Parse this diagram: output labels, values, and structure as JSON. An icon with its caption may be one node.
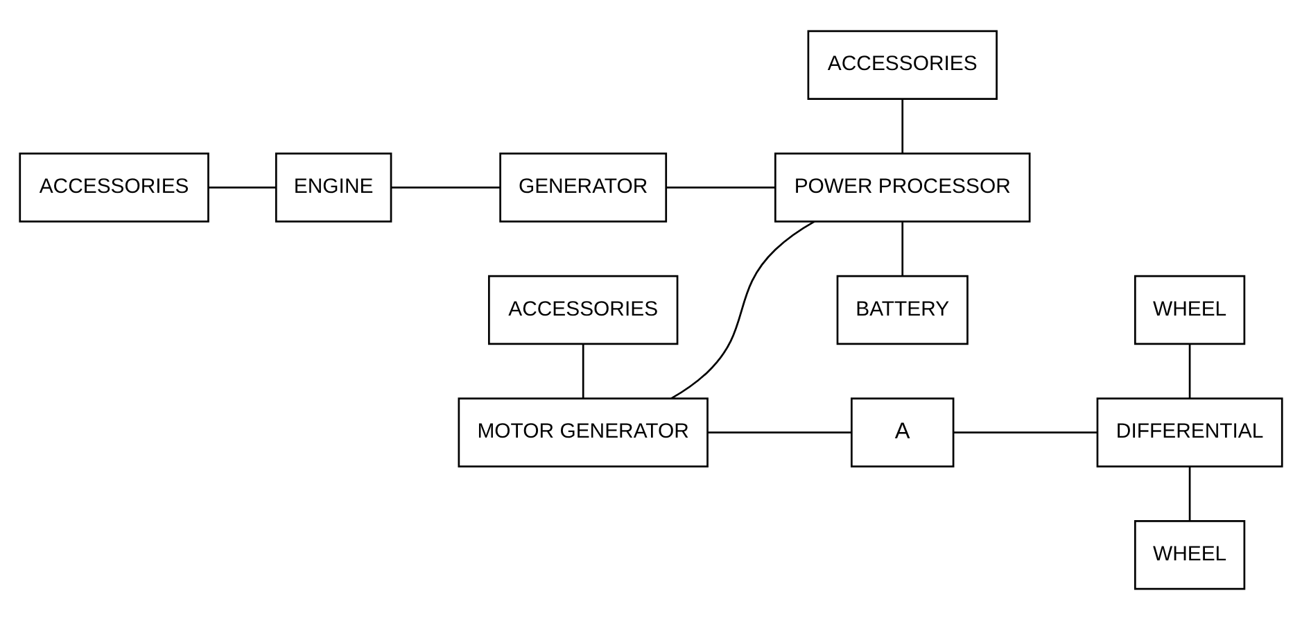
{
  "diagram": {
    "nodes": [
      {
        "text": [
          "ACCESSORIES"
        ]
      },
      {
        "text": [
          "ENGINE"
        ]
      },
      {
        "text": [
          "GENERATOR"
        ]
      },
      {
        "text": [
          "ACCESSORIES"
        ]
      },
      {
        "text": [
          "MOTOR GENERATOR"
        ]
      },
      {
        "text": [
          "A"
        ]
      },
      {
        "text": [
          "WHEEL"
        ]
      },
      {
        "text": [
          "DIFFERENTIAL"
        ]
      },
      {
        "text": [
          "WHEEL"
        ]
      },
      {
        "text": [
          "ACCESSORIES"
        ]
      },
      {
        "text": [
          "POWER PROCESSOR"
        ]
      },
      {
        "text": [
          "BATTERY"
        ]
      }
    ],
    "edges": [
      {
        "from": 0,
        "to": 1,
        "arrow": "none"
      },
      {
        "from": 1,
        "to": 2,
        "arrow": "none"
      },
      {
        "from": 2,
        "to": 10,
        "arrow": "none"
      },
      {
        "from": 4,
        "to": 10,
        "arrow": "none"
      },
      {
        "from": 9,
        "to": 10,
        "arrow": "none"
      },
      {
        "from": 10,
        "to": 11,
        "arrow": "none"
      },
      {
        "from": 3,
        "to": 4,
        "arrow": "none"
      },
      {
        "from": 4,
        "to": 5,
        "arrow": "none"
      },
      {
        "from": 5,
        "to": 7,
        "arrow": "none"
      },
      {
        "from": 6,
        "to": 7,
        "arrow": "none"
      },
      {
        "from": 7,
        "to": 8,
        "arrow": "none"
      }
    ]
  }
}
